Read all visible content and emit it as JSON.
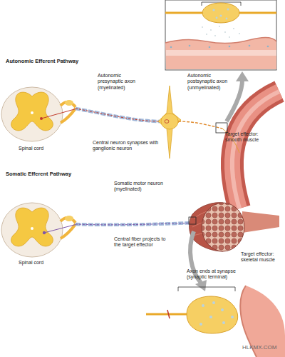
{
  "diagram": {
    "labels": [
      "Autonomic Efferent Pathway",
      "Autonomic presynaptic axon (myelinated)",
      "Autonomic postsynaptic axon (unmyelinated)",
      "Central neuron synapses with ganglionic neuron",
      "Spinal cord",
      "Target effector: smooth muscle",
      "Somatic Efferent Pathway",
      "Somatic motor neuron (myelinated)",
      "Central fiber projects to the target effector",
      "Target effector: skeletal muscle",
      "Spinal cord",
      "Axon ends at synapse (synaptic terminal)",
      "HLKMX.COM"
    ]
  }
}
